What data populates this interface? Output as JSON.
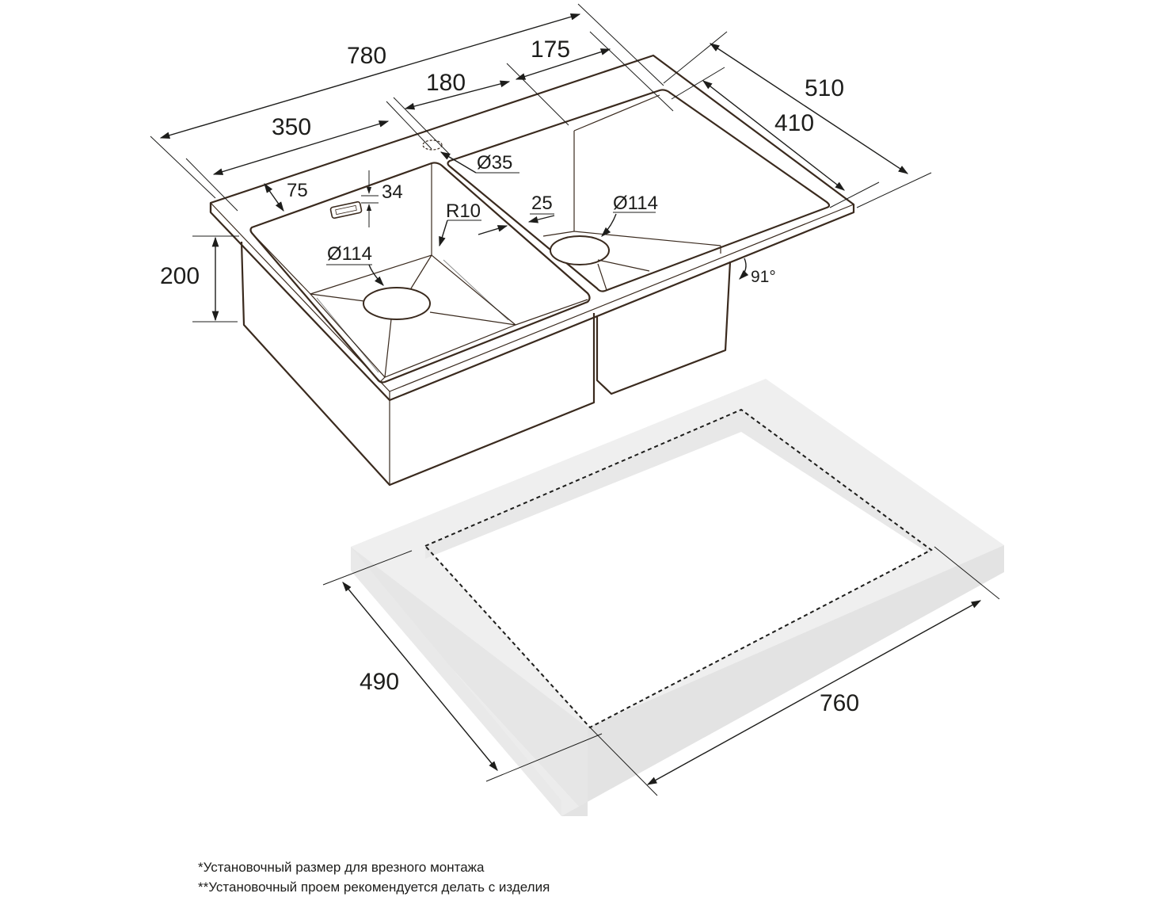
{
  "dimensions": {
    "overall_length": "780",
    "overall_width": "510",
    "bowl_left_width": "350",
    "middle_spacing": "180",
    "right_offset": "175",
    "bowl_depth_right": "410",
    "height": "200",
    "overflow_offset": "75",
    "overflow_size": "34",
    "radius": "R10",
    "drain_left": "Ø114",
    "drain_right": "Ø114",
    "tap_hole": "Ø35",
    "divider_gap": "25",
    "angle": "91°",
    "cutout_width": "490",
    "cutout_length": "760"
  },
  "notes": {
    "line1": "*Установочный размер для врезного монтажа",
    "line2": "**Установочный проем рекомендуется делать с изделия"
  }
}
